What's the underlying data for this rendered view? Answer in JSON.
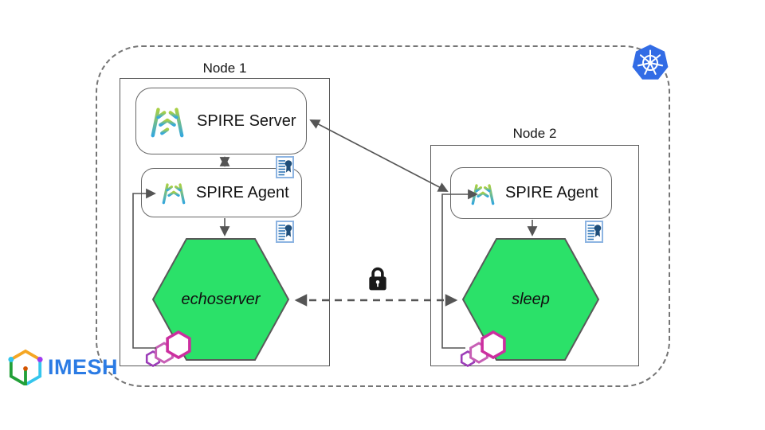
{
  "diagram": {
    "title_context": "SPIRE on Kubernetes architecture",
    "cluster": {
      "boundary_style": "dashed-rounded",
      "platform_icon": "kubernetes-icon"
    },
    "node1": {
      "label": "Node 1",
      "server": {
        "label": "SPIRE Server",
        "icon": "spire-logo-icon"
      },
      "agent": {
        "label": "SPIRE Agent",
        "icon": "spire-logo-icon"
      },
      "workload": {
        "label": "echoserver",
        "shape": "hexagon",
        "icon": "spiffe-hexagons-icon"
      },
      "certificates": 2
    },
    "node2": {
      "label": "Node 2",
      "agent": {
        "label": "SPIRE Agent",
        "icon": "spire-logo-icon"
      },
      "workload": {
        "label": "sleep",
        "shape": "hexagon",
        "icon": "spiffe-hexagons-icon"
      },
      "certificates": 1
    },
    "connections": {
      "server_agent1": "double-arrow-vertical",
      "server_agent2": "double-arrow-diagonal",
      "agent_to_workload": "arrow-down",
      "workload_loopback": "elbow-arrow",
      "mtls_link": {
        "style": "dashed-double-arrow",
        "icon": "lock-icon"
      }
    },
    "branding": {
      "logo_text": "IMESH",
      "logo_icon": "imesh-cube-icon"
    },
    "colors": {
      "workload_green": "#2be169",
      "hex_border": "#595959",
      "kubernetes_blue": "#326ce5",
      "spiffe_magenta": "#cc2e9f",
      "cert_blue_dark": "#1f4e79",
      "cert_blue_line": "#2e75b6",
      "cert_blue_border": "#8db4e2",
      "imesh_blue": "#2b7be4",
      "spire_gradient_top": "#a8cf45",
      "spire_gradient_bottom": "#35a8dc",
      "wire_gray": "#555555",
      "boundary_gray": "#757575",
      "lock_black": "#1a1a1a"
    }
  }
}
